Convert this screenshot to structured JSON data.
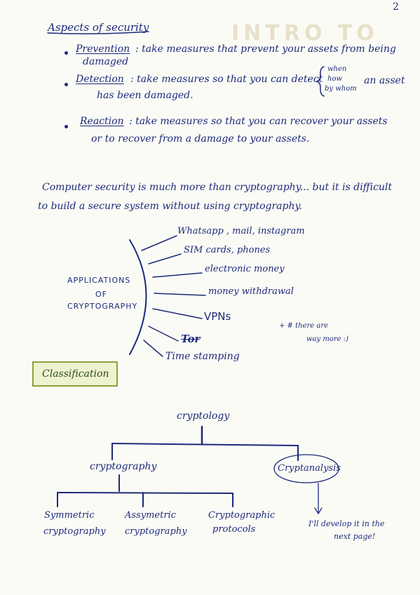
{
  "page_number": "2",
  "heading": "Aspects of security",
  "aspects": [
    {
      "term": "Prevention",
      "line1": ": take measures that prevent your assets from being",
      "line2": "damaged"
    },
    {
      "term": "Detection",
      "line1": ": take measures so that you can detect",
      "brace_words": [
        "when",
        "how",
        "by whom"
      ],
      "line1_end": "an asset",
      "line2": "has been damaged."
    },
    {
      "term": "Reaction",
      "line1": ": take measures so that you can recover your assets",
      "line2": "or to recover from a damage to your assets."
    }
  ],
  "statement": {
    "line1": "Computer security is much more than cryptography... but it is difficult",
    "line2": "to build a secure system without using cryptography."
  },
  "applications": {
    "label_line1": "APPLICATIONS",
    "label_line2": "OF",
    "label_line3": "CRYPTOGRAPHY",
    "items": [
      "Whatsapp , mail, instagram",
      "SIM cards, phones",
      "electronic money",
      "money withdrawal",
      "VPNs",
      "Tor",
      "Time stamping"
    ],
    "note_line1": "+ # there are",
    "note_line2": "way more :)"
  },
  "classification": {
    "title": "Classification",
    "root": "cryptology",
    "branch_left": "cryptography",
    "branch_right": "Cryptanalysis",
    "leaves": [
      {
        "line1": "Symmetric",
        "line2": "cryptography"
      },
      {
        "line1": "Assymetric",
        "line2": "cryptography"
      },
      {
        "line1": "Cryptographic",
        "line2": "protocols"
      }
    ],
    "right_note_line1": "I'll develop it in the",
    "right_note_line2": "next page!"
  },
  "colors": {
    "ink": "#1d2a7a",
    "paper": "#fbfbf6",
    "box_border": "#8ea23a",
    "box_fill": "#eef2cf"
  }
}
